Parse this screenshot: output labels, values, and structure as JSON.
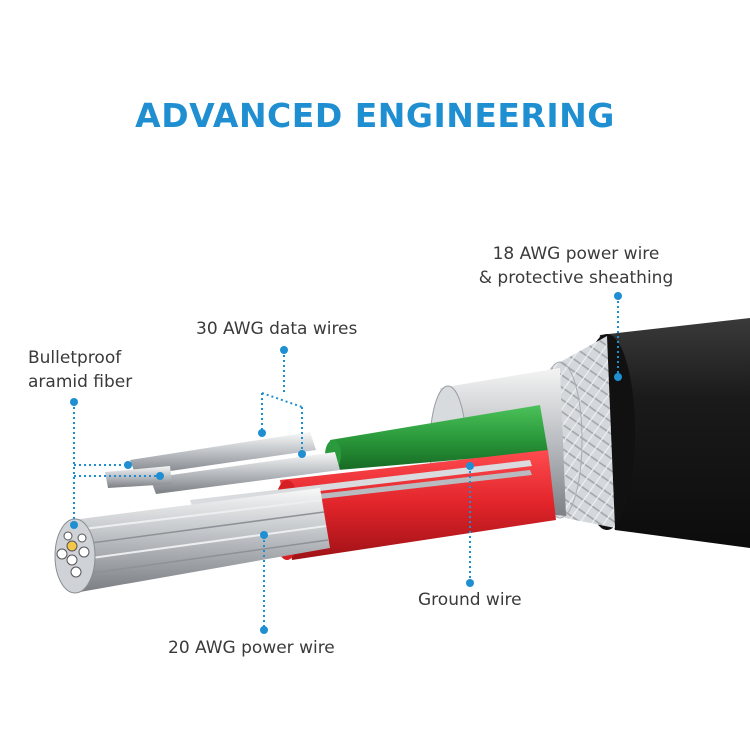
{
  "headline": "ADVANCED ENGINEERING",
  "callouts": {
    "sheathing": {
      "line1": "18 AWG power wire",
      "line2": "& protective sheathing"
    },
    "data_wires": {
      "text": "30 AWG data wires"
    },
    "aramid": {
      "line1": "Bulletproof",
      "line2": "aramid fiber"
    },
    "ground": {
      "text": "Ground wire"
    },
    "power20": {
      "text": "20 AWG power wire"
    }
  },
  "colors": {
    "headline": "#1f8fd1",
    "callout_line": "#1f8fd1",
    "jacket": "#1c1c1c",
    "green_wire": "#2b9a3c",
    "red_wire": "#e0242a",
    "braid": "#c9cdd2"
  }
}
